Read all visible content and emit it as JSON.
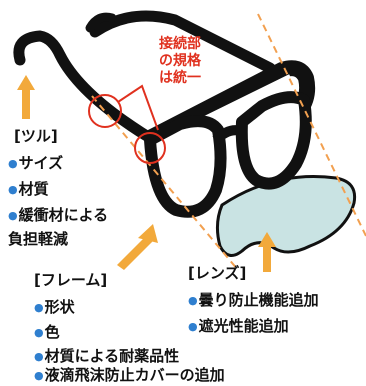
{
  "callout": {
    "line1": "接続部",
    "line2": "の規格",
    "line3": "は統一",
    "color": "#e0311f"
  },
  "temple": {
    "heading": "[ツル]",
    "items": [
      "サイズ",
      "材質",
      "緩衝材による",
      "負担軽減"
    ]
  },
  "frame": {
    "heading": "[フレーム]",
    "items": [
      "形状",
      "色",
      "材質による耐薬品性",
      "液滴飛沫防止カバーの追加"
    ]
  },
  "lens": {
    "heading": "[レンズ]",
    "items": [
      "曇り防止機能追加",
      "遮光性能追加"
    ]
  },
  "colors": {
    "arrow": "#f2a93b",
    "bullet": "#2f7fcf",
    "lens": "#c9e3e3",
    "dashed": "#f2a050"
  }
}
